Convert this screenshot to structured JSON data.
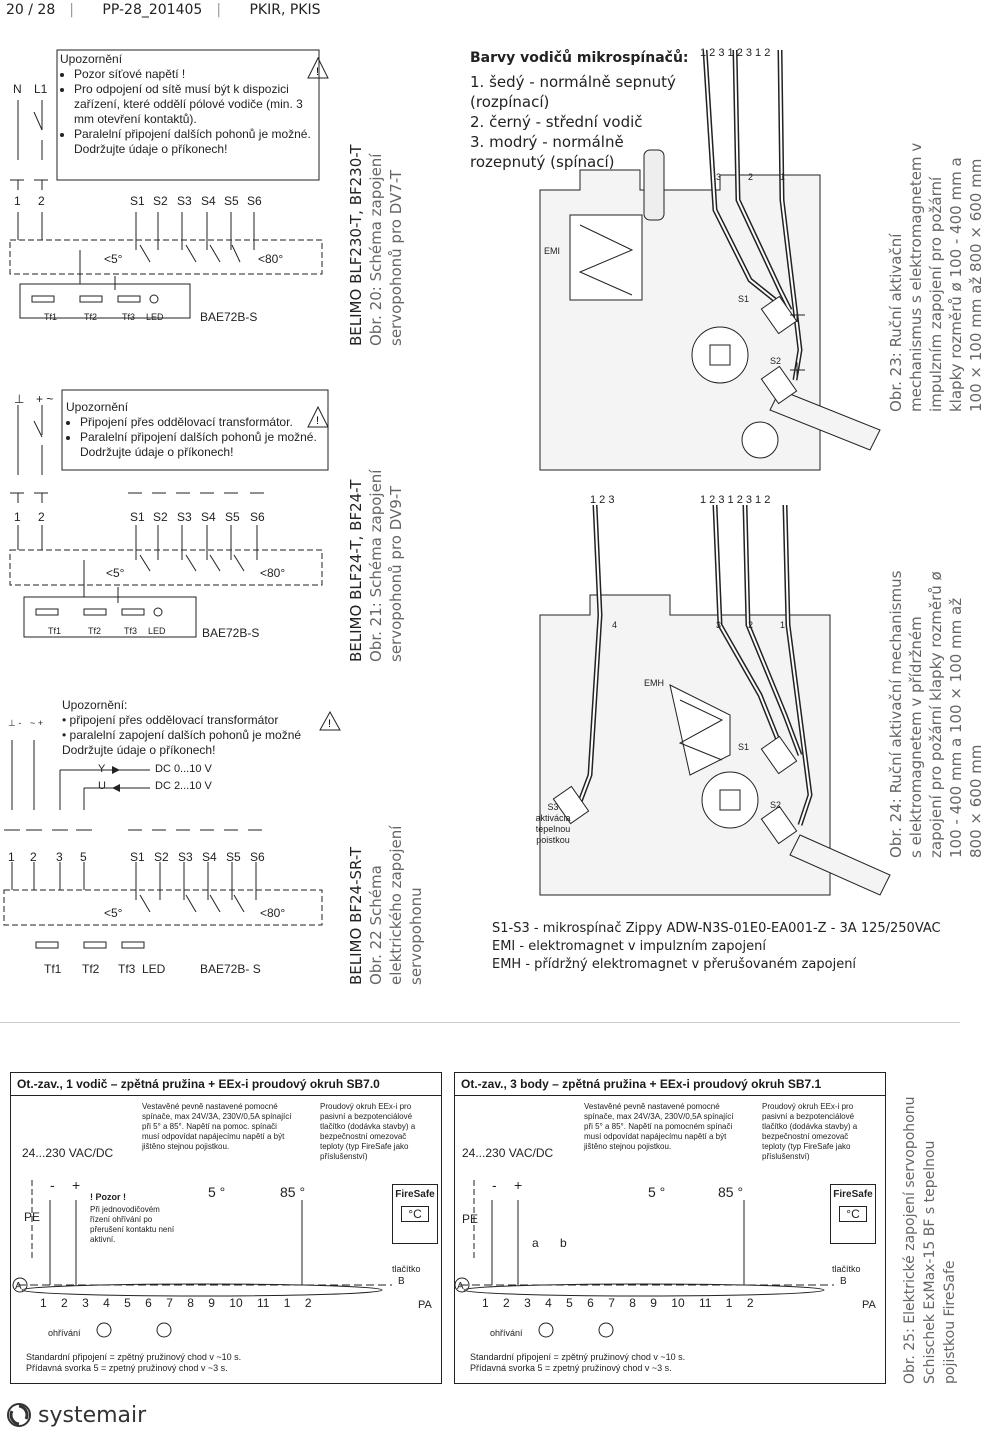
{
  "header": {
    "page": "20 / 28",
    "doc": "PP-28_201405",
    "product": "PKIR, PKIS"
  },
  "diagram1": {
    "warning_title": "Upozornění",
    "warnings": [
      "Pozor síťové napětí !",
      "Pro odpojení od sítě musí být k dispozici zařízení, které oddělí pólové vodiče (min. 3 mm otevření kontaktů).",
      "Paralelní připojení dalších pohonů je možné. Dodržujte údaje o příkonech!"
    ],
    "terminals": [
      "1",
      "2"
    ],
    "supply": [
      "N",
      "L1"
    ],
    "switches": [
      "S1",
      "S2",
      "S3",
      "S4",
      "S5",
      "S6"
    ],
    "angle_low": "<5°",
    "angle_high": "<80°",
    "parts": [
      "Tf1",
      "Tf2",
      "Tf3",
      "LED"
    ],
    "model": "BAE72B-S",
    "caption_title": "BELIMO BLF230-T, BF230-T",
    "caption_sub": "Obr. 20: Schéma zapojení servopohonů pro DV7-T"
  },
  "diagram2": {
    "warning_title": "Upozornění",
    "warnings": [
      "Připojení přes oddělovací transformátor.",
      "Paralelní připojení dalších pohonů je možné. Dodržujte údaje o příkonech!"
    ],
    "terminals": [
      "1",
      "2"
    ],
    "supply": [
      "⊥",
      "+ ~"
    ],
    "switches": [
      "S1",
      "S2",
      "S3",
      "S4",
      "S5",
      "S6"
    ],
    "angle_low": "<5°",
    "angle_high": "<80°",
    "parts": [
      "Tf1",
      "Tf2",
      "Tf3",
      "LED"
    ],
    "model": "BAE72B-S",
    "caption_title": "BELIMO BLF24-T, BF24-T",
    "caption_sub": "Obr. 21: Schéma zapojení servopohonů pro DV9-T"
  },
  "diagram3": {
    "warning_title": "Upozornění:",
    "warnings": [
      "připojení přes oddělovací transformátor",
      "paralelní zapojení dalších pohonů je možné"
    ],
    "note": "Dodržujte údaje o příkonech!",
    "signals": [
      {
        "name": "Y",
        "range": "DC 0...10 V"
      },
      {
        "name": "U",
        "range": "DC 2...10 V"
      }
    ],
    "terminals": [
      "1",
      "2",
      "3",
      "5"
    ],
    "supply": [
      "⊥ -",
      "~ +"
    ],
    "switches": [
      "S1",
      "S2",
      "S3",
      "S4",
      "S5",
      "S6"
    ],
    "angle_low": "<5°",
    "angle_high": "<80°",
    "parts": [
      "Tf1",
      "Tf2",
      "Tf3",
      "LED"
    ],
    "model": "BAE72B- S",
    "caption_title": "BELIMO BF24-SR-T",
    "caption_sub": "Obr. 22 Schéma elektrického zapojení servopohonu"
  },
  "wire_colors": {
    "title": "Barvy vodičů mikrospínačů:",
    "items": [
      "1. šedý - normálně sepnutý (rozpínací)",
      "2. černý - střední vodič",
      "3. modrý - normálně rozepnutý (spínací)"
    ]
  },
  "mech1": {
    "top_numbers": "1 2 3  1 2 3  1   2",
    "inner_numbers": [
      "3",
      "2",
      "1"
    ],
    "labels": [
      "EMI",
      "S1",
      "S2"
    ],
    "caption": "Obr. 23: Ruční aktivační mechanismus s elektromagnetem v impulzním zapojení pro požární klapky rozměrů ø 100 - 400 mm a 100 × 100 mm až 800 × 600 mm"
  },
  "mech2": {
    "top_left": "1 2 3",
    "top_right": "1  2  3 1 2  3 1     2",
    "inner_numbers": [
      "4",
      "3",
      "2",
      "1"
    ],
    "labels": [
      "EMH",
      "S1",
      "S2",
      "S3",
      "aktivácia",
      "tepelnou",
      "poistkou"
    ],
    "caption": "Obr. 24: Ruční aktivační mechanismus s elektromagnetem v přídržném zapojení pro požární klapky rozměrů ø 100 - 400 mm a 100 × 100 mm až 800 × 600 mm"
  },
  "legend": [
    "S1-S3 - mikrospínač Zippy ADW-N3S-01E0-EA001-Z - 3A 125/250VAC",
    "EMI - elektromagnet v impulzním zapojení",
    "EMH - přídržný elektromagnet v přerušovaném zapojení"
  ],
  "box_left": {
    "title": "Ot.-zav., 1 vodič – zpětná pružina + EEx-i proudový okruh SB7.0",
    "voltage": "24...230 VAC/DC",
    "desc1": "Vestavěné pevně nastavené pomocné spínače, max 24V/3A, 230V/0,5A spínající při 5° a 85°. Napětí na pomoc. spínači musí odpovídat napájecímu napětí a být jištěno stejnou pojistkou.",
    "desc2": "Proudový okruh EEx-i pro pasivní a bezpotenciálové tlačítko (dodávka stavby) a bezpečnostní omezovač teploty (typ FireSafe jako příslušenství)",
    "warn": "! Pozor !",
    "warn_text": "Při jednovodičovém řízení ohřívání po přerušení kontaktu není aktivní.",
    "angles": [
      "5 °",
      "85 °"
    ],
    "firesafe": "FireSafe",
    "celsius": "°C",
    "button": "tlačítko",
    "terminals": [
      "1",
      "2",
      "3",
      "4",
      "5",
      "6",
      "7",
      "8",
      "9",
      "10",
      "11",
      "1",
      "2"
    ],
    "heating": "ohřívání",
    "pe": "PE",
    "a": "A",
    "b": "B",
    "pa": "PA",
    "foot1": "Standardní připojení = zpětný pružinový chod v ~10 s.",
    "foot2": "Přídavná svorka 5 = zpetný pružinový chod v ~3 s."
  },
  "box_right": {
    "title": "Ot.-zav., 3 body – zpětná pružina + EEx-i proudový okruh SB7.1",
    "voltage": "24...230 VAC/DC",
    "desc1": "Vestavěné pevně nastavené pomocné spínače, max 24V/3A, 230V/0,5A spínající při 5° a 85°. Napětí na pomocném spínači musí odpovídat napájecímu napětí a být jištěno stejnou pojistkou.",
    "desc2": "Proudový okruh EEx-i pro pasivní a bezpotenciálové tlačítko (dodávka stavby) a bezpečnostní omezovač teploty (typ FireSafe jako příslušenství)",
    "angles": [
      "5 °",
      "85 °"
    ],
    "firesafe": "FireSafe",
    "celsius": "°C",
    "button": "tlačítko",
    "contacts": [
      "a",
      "b"
    ],
    "terminals": [
      "1",
      "2",
      "3",
      "4",
      "5",
      "6",
      "7",
      "8",
      "9",
      "10",
      "11",
      "1",
      "2"
    ],
    "heating": "ohřívání",
    "pe": "PE",
    "a": "A",
    "b": "B",
    "pa": "PA",
    "foot1": "Standardní připojení = zpětný pružinový chod v ~10 s.",
    "foot2": "Přídavná svorka 5 = zpetný pružinový chod v ~3 s."
  },
  "side_caption": "Obr. 25: Elektrické zapojení servopohonu Schischek ExMax-15 BF s tepelnou pojistkou FireSafe",
  "logo": "systemair"
}
